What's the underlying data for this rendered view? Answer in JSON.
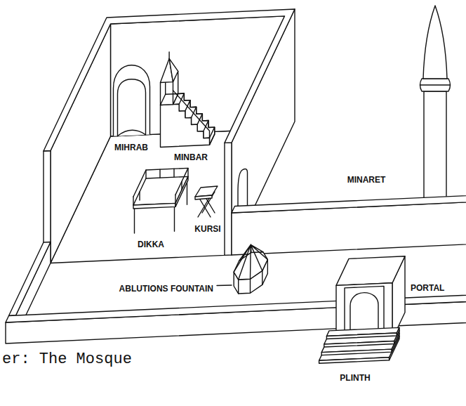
{
  "diagram": {
    "caption": "er: The Mosque",
    "labels": [
      "MINBAR",
      "MINARET",
      "MIHRAB",
      "KURSI",
      "DIKKA",
      "ABLUTIONS FOUNTAIN",
      "PORTAL",
      "PLINTH"
    ]
  }
}
